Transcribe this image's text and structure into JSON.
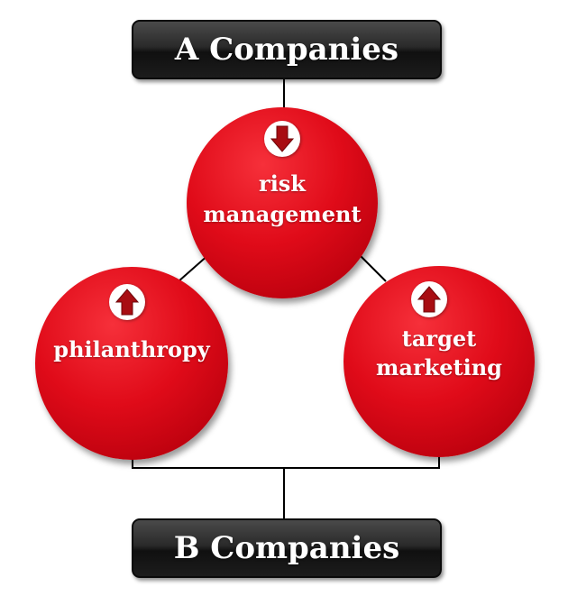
{
  "top_box": {
    "label": "A Companies"
  },
  "bottom_box": {
    "label": "B Companies"
  },
  "nodes": [
    {
      "id": "risk-management",
      "line1": "risk",
      "line2": "management",
      "arrow": "down"
    },
    {
      "id": "philanthropy",
      "line1": "philanthropy",
      "line2": "",
      "arrow": "up"
    },
    {
      "id": "target-marketing",
      "line1": "target",
      "line2": "marketing",
      "arrow": "up"
    }
  ],
  "colors": {
    "circle_red": "#e00b19",
    "arrow_red": "#a80d12",
    "box_dark": "#1c1c1c",
    "line": "#000000"
  }
}
